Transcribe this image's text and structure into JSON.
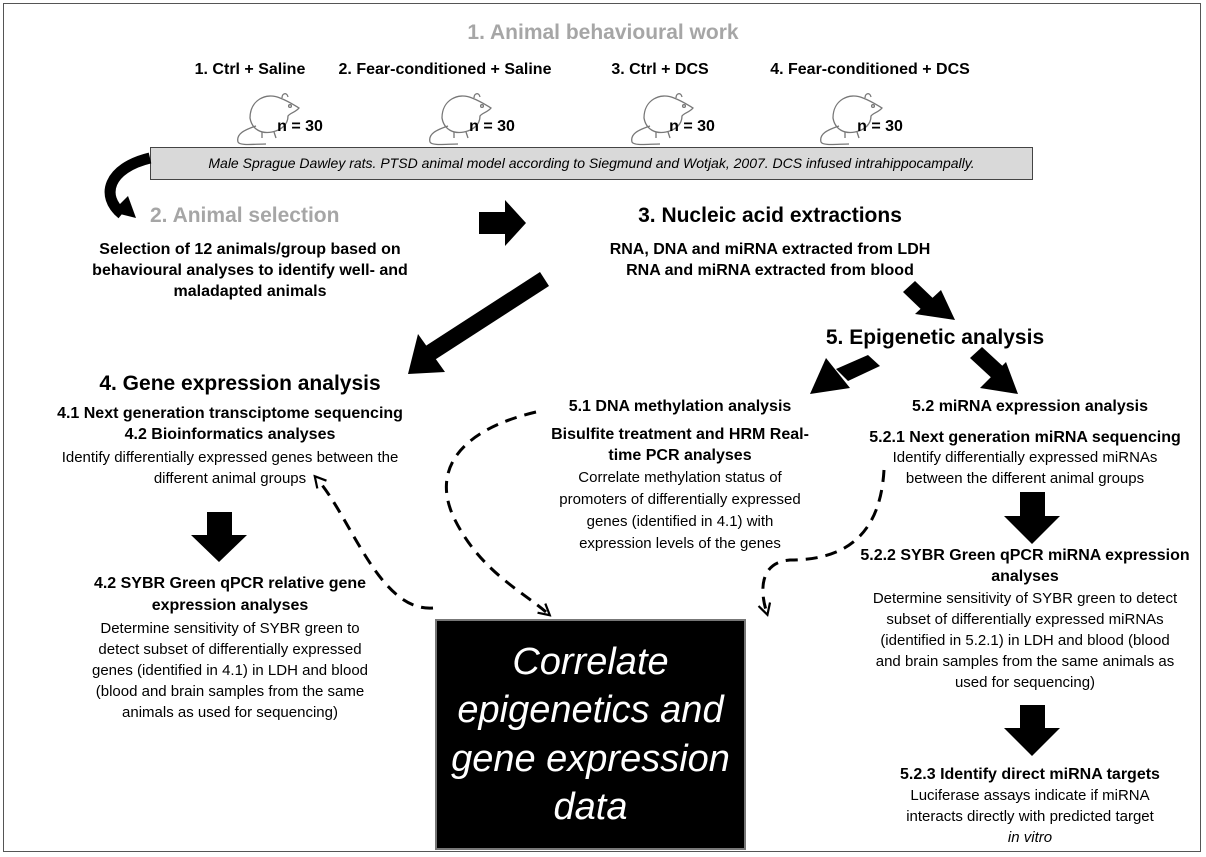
{
  "section1_title": "1. Animal behavioural work",
  "groups": [
    {
      "label": "1. Ctrl + Saline",
      "n": "n = 30"
    },
    {
      "label": "2. Fear-conditioned + Saline",
      "n": "n = 30"
    },
    {
      "label": "3. Ctrl + DCS",
      "n": "n = 30"
    },
    {
      "label": "4. Fear-conditioned + DCS",
      "n": "n = 30"
    }
  ],
  "banner": "Male Sprague Dawley rats.  PTSD animal model according to Siegmund and Wotjak, 2007.  DCS infused intrahippocampally.",
  "section2": {
    "title": "2. Animal selection",
    "line1": "Selection of 12 animals/group based on",
    "line2": "behavioural analyses to identify well- and",
    "line3": "maladapted animals"
  },
  "section3": {
    "title": "3. Nucleic acid extractions",
    "line1": "RNA, DNA and miRNA extracted from LDH",
    "line2": "RNA and miRNA extracted from blood"
  },
  "section4": {
    "title": "4. Gene expression analysis",
    "sub1": "4.1 Next generation transciptome sequencing",
    "sub2": "4.2 Bioinformatics analyses",
    "desc1": "Identify differentially expressed genes between the",
    "desc2": "different animal groups",
    "qpcr_title1": "4.2 SYBR Green qPCR relative gene",
    "qpcr_title2": "expression analyses",
    "qpcr_l1": "Determine sensitivity of SYBR green to",
    "qpcr_l2": "detect subset of differentially expressed",
    "qpcr_l3": "genes (identified in 4.1) in LDH and blood",
    "qpcr_l4": "(blood and brain samples from the same",
    "qpcr_l5": "animals as used for sequencing)"
  },
  "section5": {
    "title": "5. Epigenetic analysis",
    "s51_title": "5.1 DNA methylation analysis",
    "s51_sub1": "Bisulfite treatment and HRM Real-",
    "s51_sub2": "time PCR analyses",
    "s51_l1": "Correlate methylation status of",
    "s51_l2": "promoters  of differentially expressed",
    "s51_l3": "genes (identified in 4.1) with",
    "s51_l4": "expression levels of the genes",
    "s52_title": "5.2 miRNA expression analysis",
    "s521_title": "5.2.1 Next generation miRNA sequencing",
    "s521_l1": "Identify differentially expressed miRNAs",
    "s521_l2": "between the different animal groups",
    "s522_title1": "5.2.2 SYBR Green qPCR miRNA expression",
    "s522_title2": "analyses",
    "s522_l1": "Determine sensitivity of SYBR green to detect",
    "s522_l2": "subset of differentially expressed miRNAs",
    "s522_l3": "(identified in 5.2.1) in LDH and blood (blood",
    "s522_l4": "and brain samples from the same animals as",
    "s522_l5": "used for sequencing)",
    "s523_title": "5.2.3 Identify direct miRNA targets",
    "s523_l1": "Luciferase assays indicate if miRNA",
    "s523_l2": "interacts directly with predicted target",
    "s523_l3": "in vitro"
  },
  "central": {
    "l1": "Correlate",
    "l2": "epigenetics and",
    "l3": "gene expression",
    "l4": "data"
  }
}
